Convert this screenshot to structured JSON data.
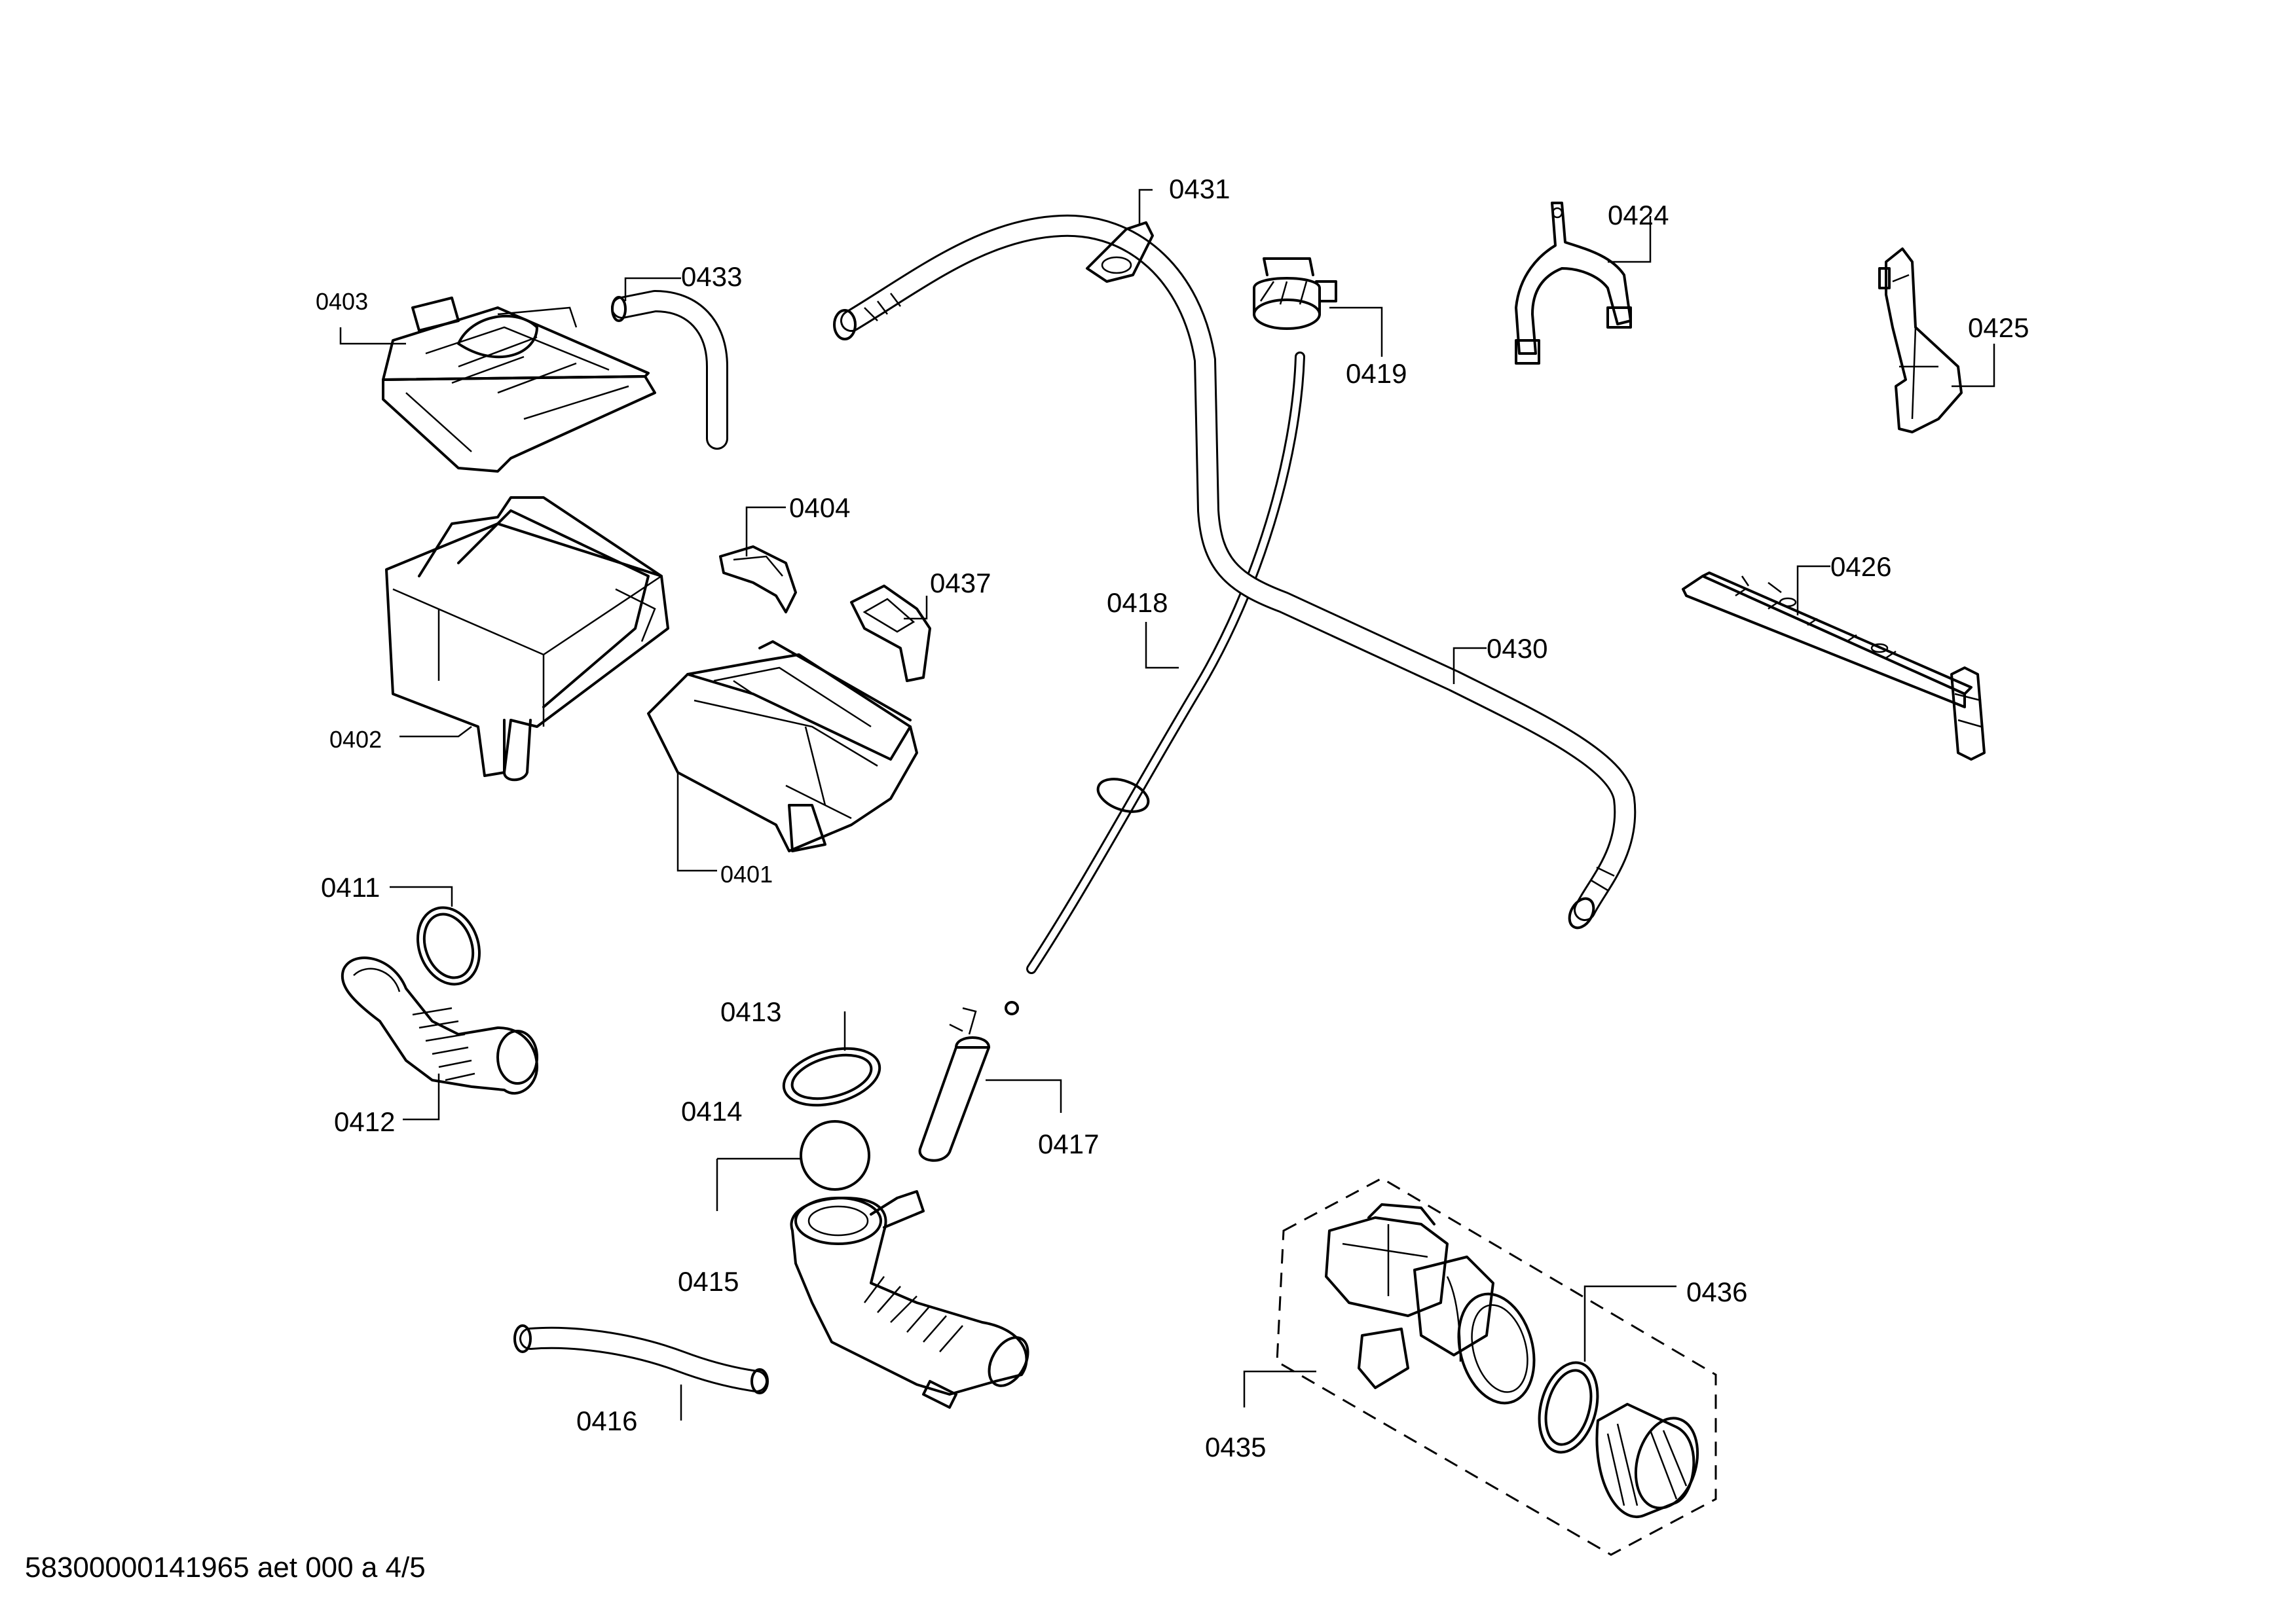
{
  "parts": {
    "p0401": "0401",
    "p0402": "0402",
    "p0403": "0403",
    "p0404": "0404",
    "p0411": "0411",
    "p0412": "0412",
    "p0413": "0413",
    "p0414": "0414",
    "p0415": "0415",
    "p0416": "0416",
    "p0417": "0417",
    "p0418": "0418",
    "p0419": "0419",
    "p0424": "0424",
    "p0425": "0425",
    "p0426": "0426",
    "p0430": "0430",
    "p0431": "0431",
    "p0433": "0433",
    "p0435": "0435",
    "p0436": "0436",
    "p0437": "0437"
  },
  "footer": "58300000141965 aet 000 a 4/5"
}
